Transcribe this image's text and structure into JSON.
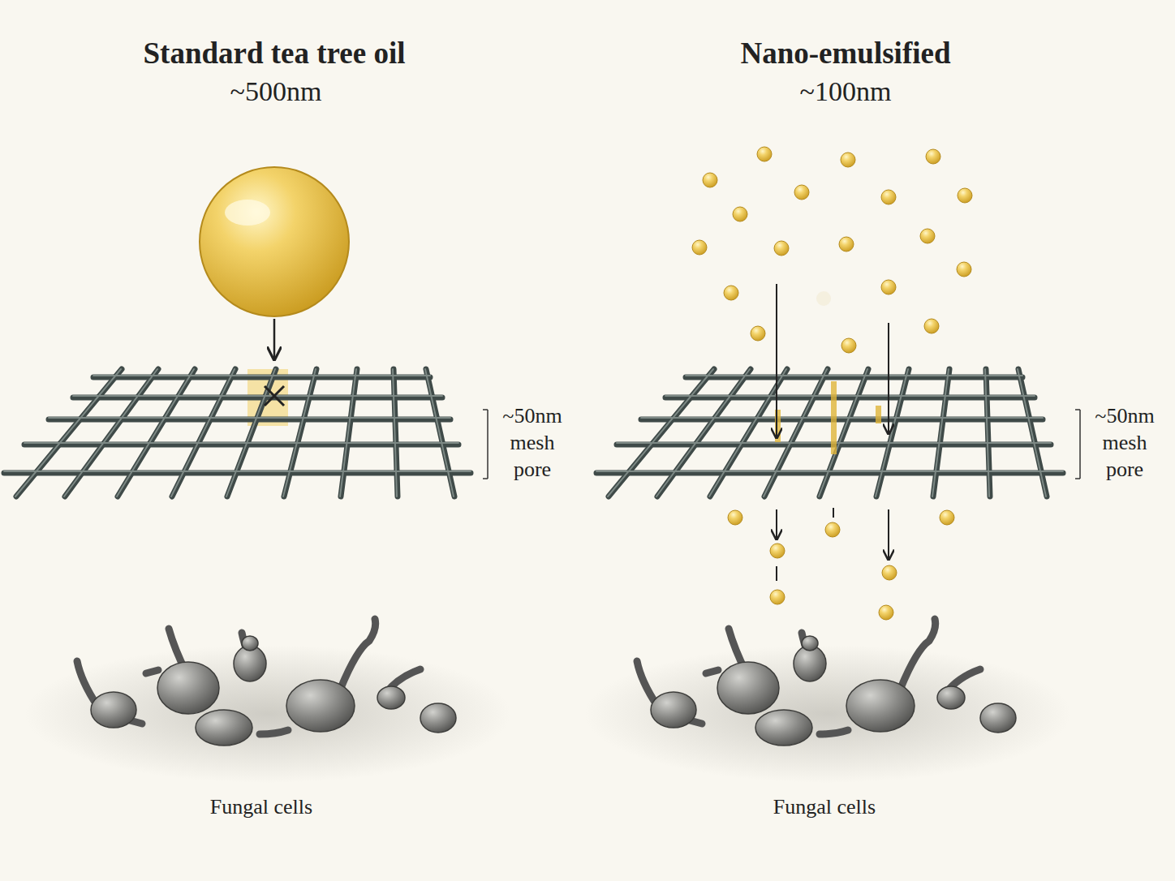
{
  "diagram": {
    "labels": [
      "Standard tea tree oil",
      "~500nm",
      "Nano-emulsified",
      "~100nm",
      "~50nm mesh pore",
      "~50nm mesh pore",
      "Fungal cells",
      "Fungal cells"
    ]
  }
}
